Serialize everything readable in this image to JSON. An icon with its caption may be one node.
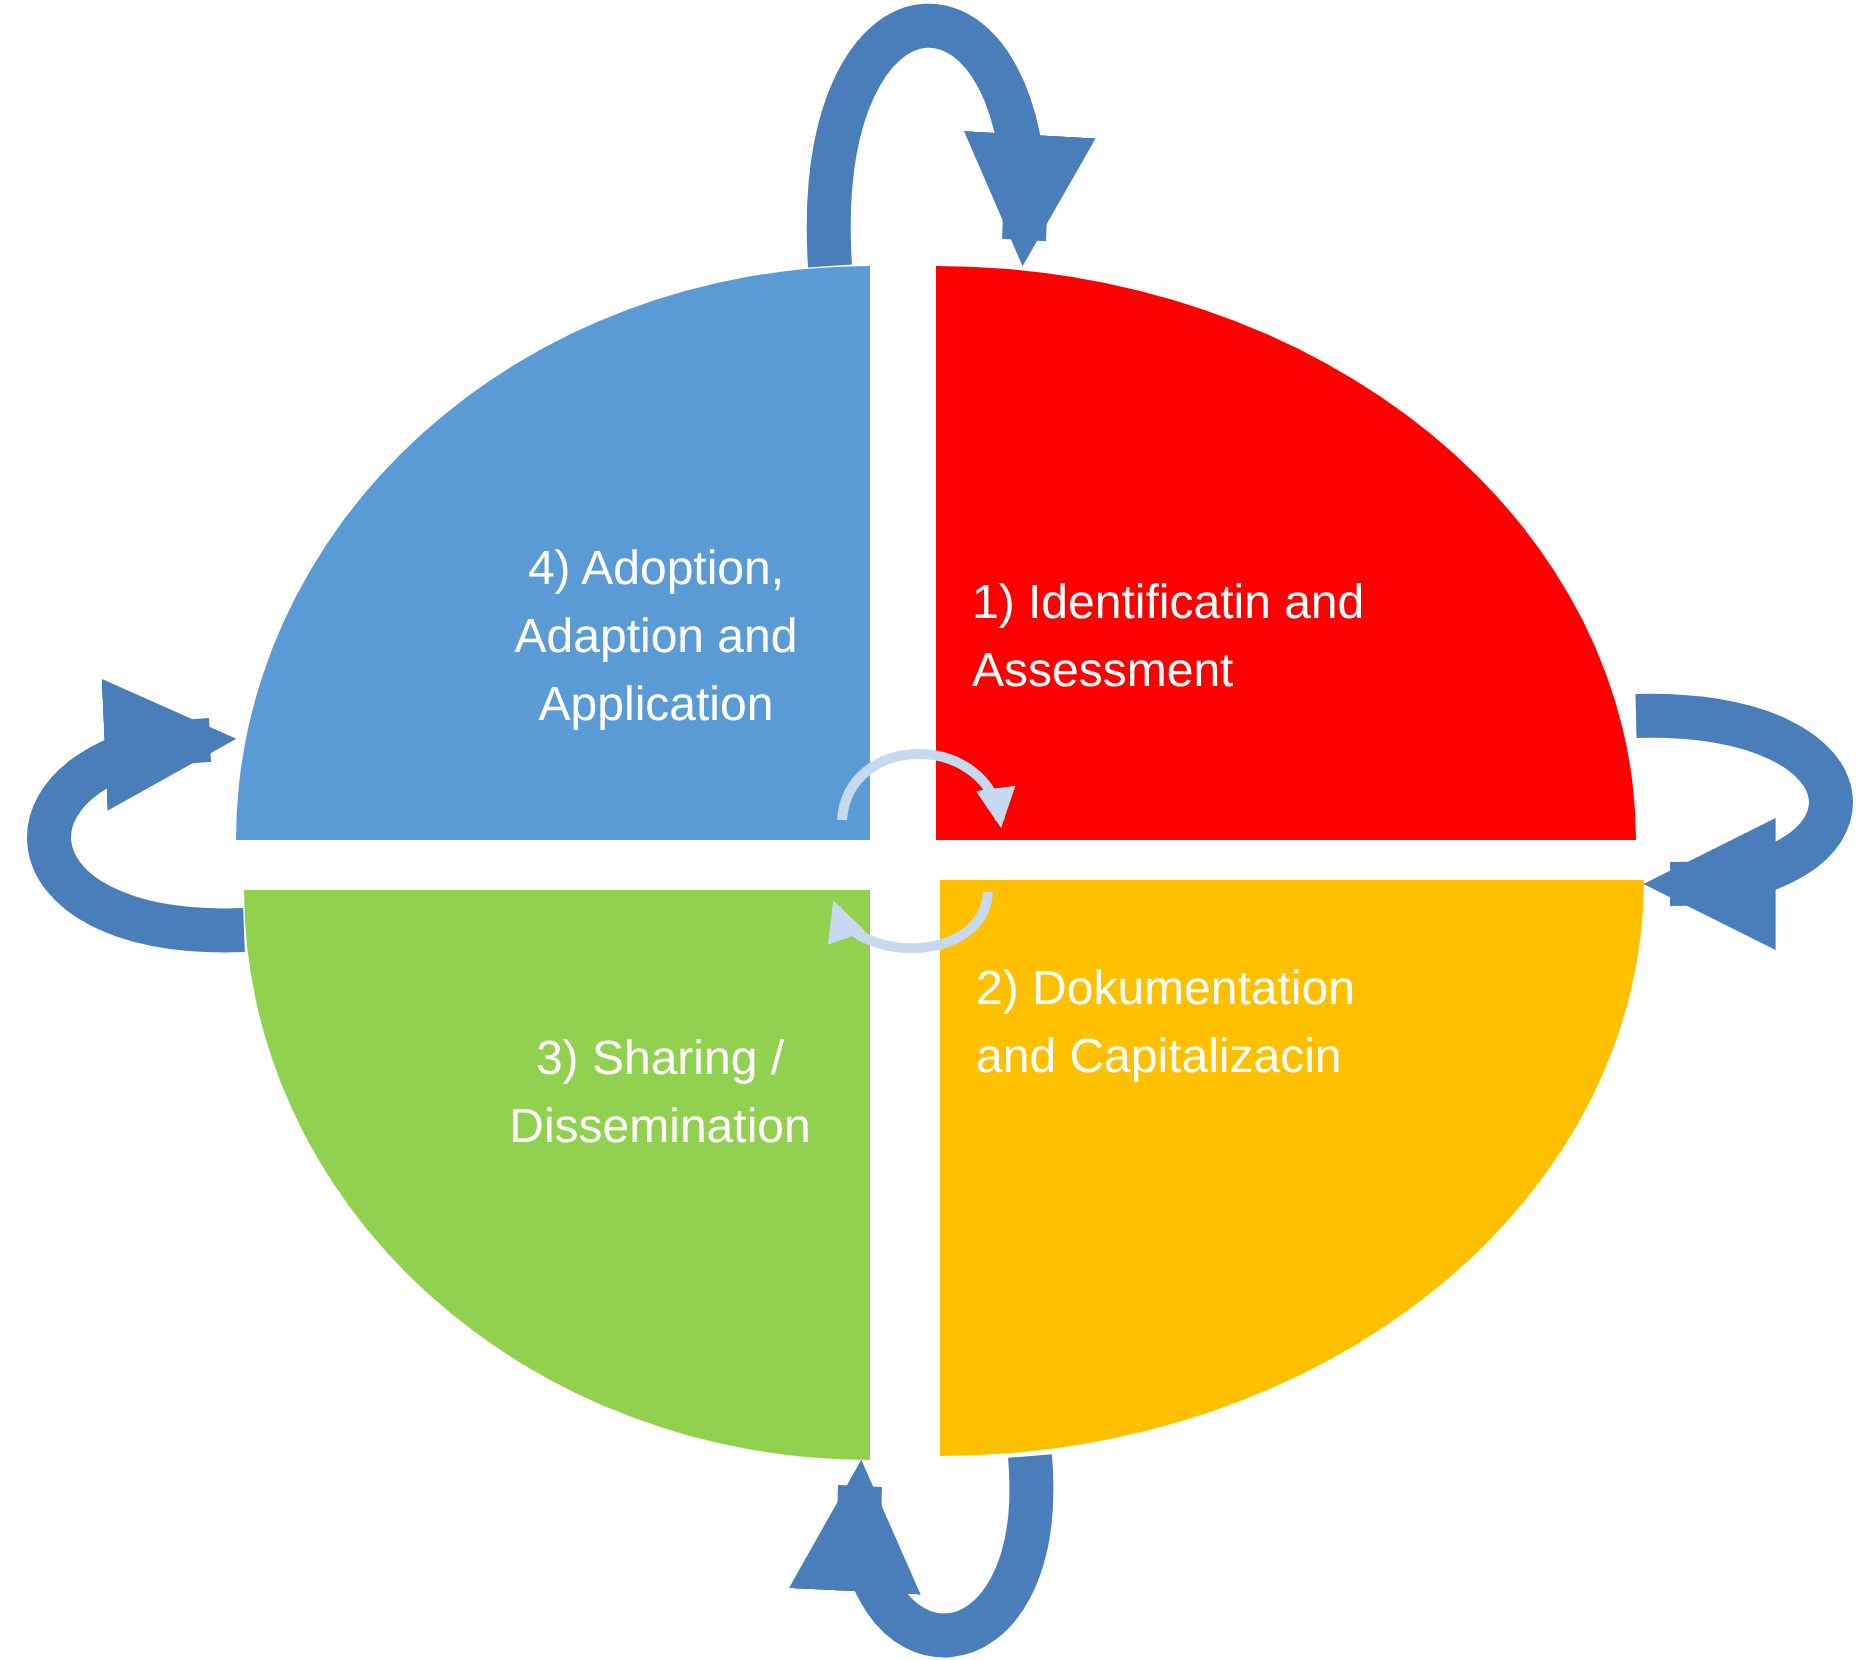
{
  "diagram": {
    "nodes": [
      {
        "text": [
          "1) Identificatin and Assessment"
        ]
      },
      {
        "text": [
          "2) Dokumentation and Capitalizacin"
        ]
      },
      {
        "text": [
          "3) Sharing / Dissemination"
        ]
      },
      {
        "text": [
          "4) Adoption, Adaption and Application"
        ]
      }
    ],
    "edges": [
      {
        "from": 3,
        "to": 0,
        "arrow": "to"
      },
      {
        "from": 0,
        "to": 1,
        "arrow": "to"
      },
      {
        "from": 1,
        "to": 2,
        "arrow": "to"
      },
      {
        "from": 2,
        "to": 3,
        "arrow": "to"
      },
      {
        "from": 3,
        "to": 0,
        "arrow": "to",
        "color": "#c6d9f1"
      },
      {
        "from": 1,
        "to": 2,
        "arrow": "to",
        "color": "#c6d9f1"
      }
    ]
  }
}
